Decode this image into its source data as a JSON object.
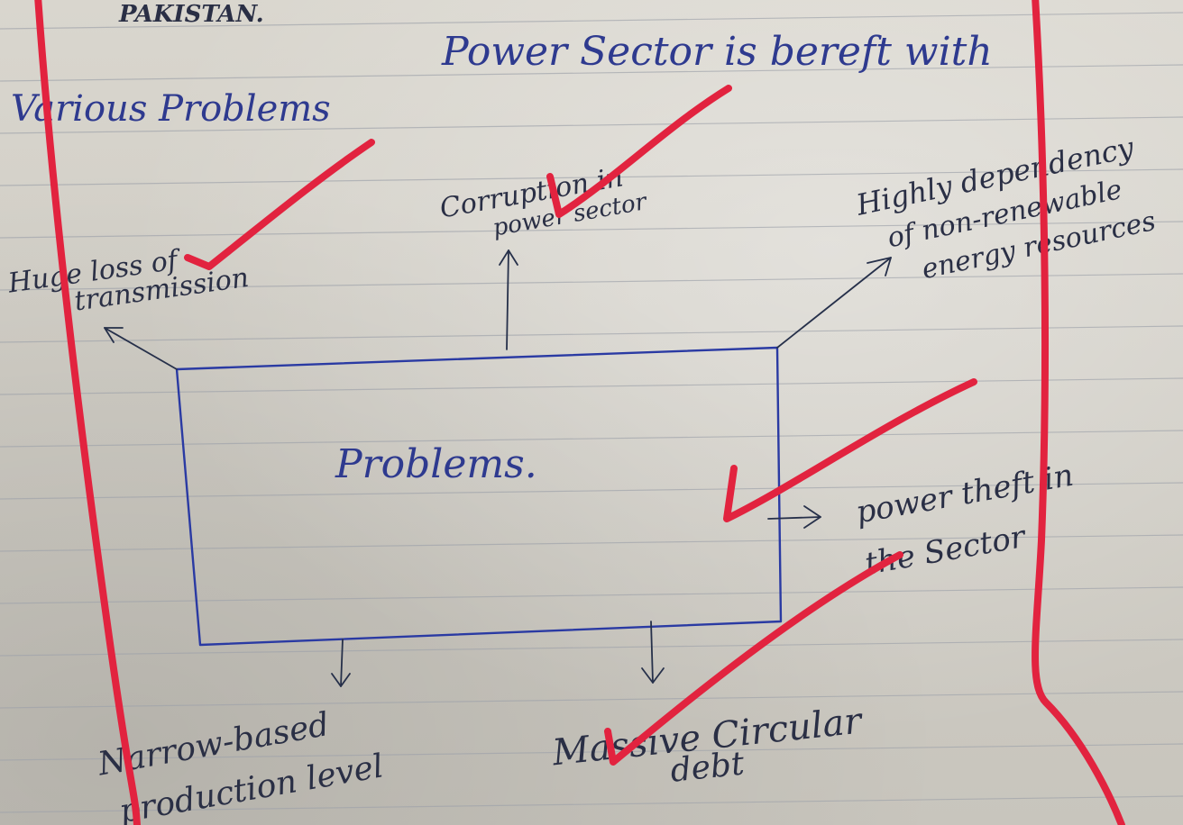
{
  "page": {
    "heading_fragment": "PAKISTAN.",
    "intro_line_1": "Power Sector is bereft with",
    "intro_line_2": "Various Problems"
  },
  "diagram": {
    "center": "Problems.",
    "branches": {
      "top_left": [
        "Huge loss of",
        "transmission"
      ],
      "top": [
        "Corruption in",
        "power sector"
      ],
      "top_right": [
        "Highly dependency",
        "of non-renewable",
        "energy resources"
      ],
      "right": [
        "power theft in",
        "the Sector"
      ],
      "bottom_left": [
        "Narrow-based",
        "production level"
      ],
      "bottom": [
        "Massive Circular",
        "debt"
      ]
    }
  },
  "colors": {
    "ink_blue": "#2a3aa3",
    "ink_dark": "#26304a",
    "red_marker": "#e2233f",
    "paper": "#d6d3cb"
  }
}
